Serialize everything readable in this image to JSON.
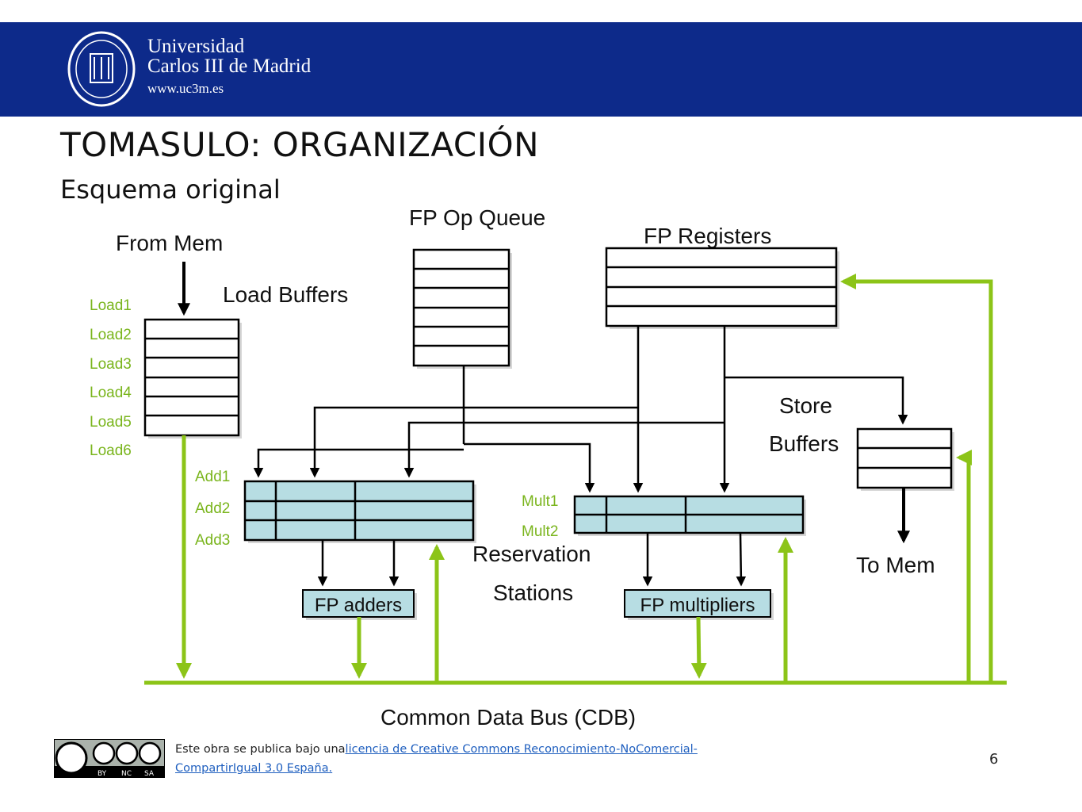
{
  "header": {
    "university_line1": "Universidad",
    "university_line2": "Carlos III de Madrid",
    "website": "www.uc3m.es",
    "colors": {
      "band": "#0d2a8a"
    }
  },
  "slide": {
    "title": "TOMASULO: ORGANIZACIÓN",
    "subtitle": "Esquema original",
    "page_number": "6"
  },
  "diagram": {
    "labels": {
      "from_mem": "From Mem",
      "fp_op_queue": "FP Op Queue",
      "fp_registers": "FP Registers",
      "load_buffers": "Load Buffers",
      "store": "Store",
      "buffers": "Buffers",
      "to_mem": "To Mem",
      "reservation": "Reservation",
      "stations": "Stations",
      "fp_adders": "FP adders",
      "fp_multipliers": "FP multipliers",
      "cdb": "Common Data Bus (CDB)"
    },
    "load_entries": [
      "Load1",
      "Load2",
      "Load3",
      "Load4",
      "Load5",
      "Load6"
    ],
    "add_entries": [
      "Add1",
      "Add2",
      "Add3"
    ],
    "mult_entries": [
      "Mult1",
      "Mult2"
    ],
    "colors": {
      "green_label": "#7ab51d",
      "bus_green": "#8cc418",
      "station_fill": "#b7dde3",
      "line": "#000000"
    }
  },
  "footer": {
    "license_prefix": "Este obra se publica bajo una",
    "license_link": "licencia de Creative Commons Reconocimiento-NoComercial-CompartirIgual  3.0 España.",
    "badge_icon": "cc-by-nc-sa-icon"
  }
}
